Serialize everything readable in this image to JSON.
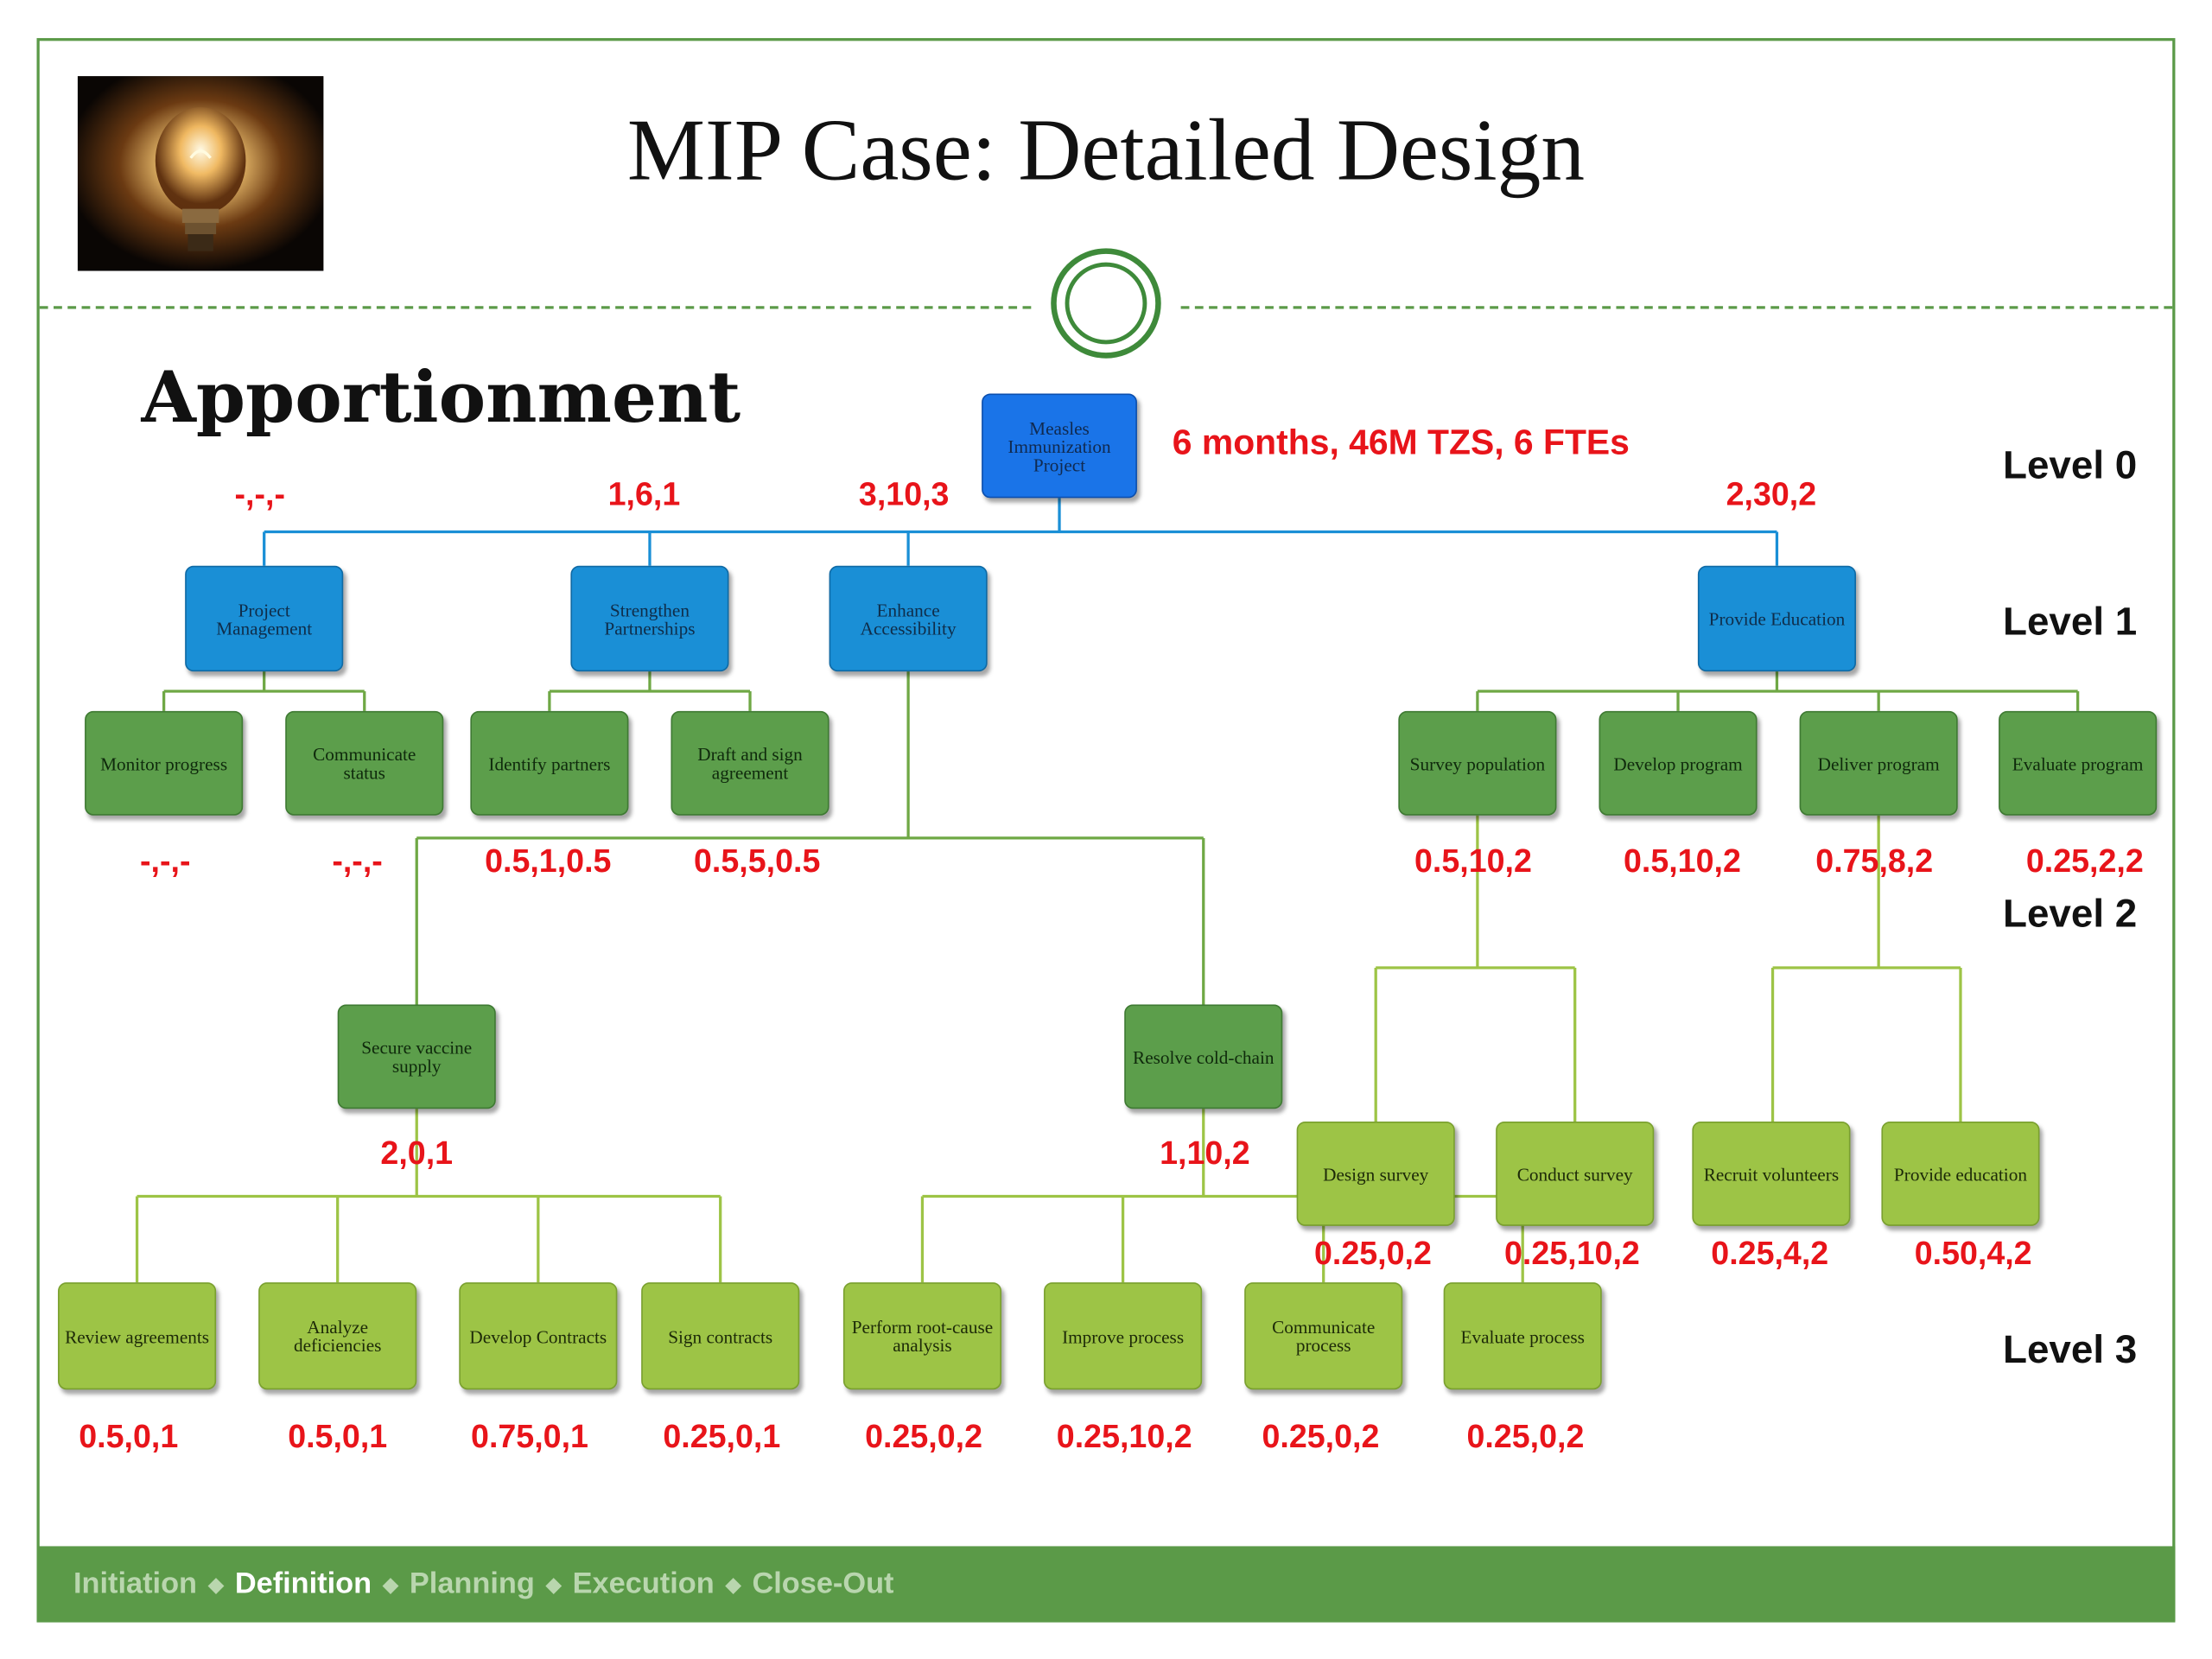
{
  "title": "MIP Case: Detailed Design",
  "subtitle": "Apportionment",
  "summary": "6 months, 46M TZS, 6 FTEs",
  "levels": [
    "Level 0",
    "Level 1",
    "Level 2",
    "Level 3"
  ],
  "colors": {
    "level0": "#1a74e8",
    "level1": "#1a8fd6",
    "level2": "#5c9e4b",
    "level3": "#9dc446",
    "values": "#e8141a",
    "connector_blue": "#1a8fd6",
    "connector_green": "#8fbb3c",
    "footer": "#5b9a48"
  },
  "nodes": {
    "root": {
      "label": "Measles Immunization Project"
    },
    "pm": {
      "label": "Project Management",
      "value": "-,-,-"
    },
    "sp": {
      "label": "Strengthen Partnerships",
      "value": "1,6,1"
    },
    "ea": {
      "label": "Enhance Accessibility",
      "value": "3,10,3"
    },
    "pe": {
      "label": "Provide Education",
      "value": "2,30,2"
    },
    "mp": {
      "label": "Monitor progress",
      "value": "-,-,-"
    },
    "cs": {
      "label": "Communicate status",
      "value": "-,-,-"
    },
    "ip": {
      "label": "Identify partners",
      "value": "0.5,1,0.5"
    },
    "dsa": {
      "label": "Draft and sign agreement",
      "value": "0.5,5,0.5"
    },
    "svp": {
      "label": "Survey population",
      "value": "0.5,10,2"
    },
    "dp": {
      "label": "Develop program",
      "value": "0.5,10,2"
    },
    "dlp": {
      "label": "Deliver program",
      "value": "0.75,8,2"
    },
    "ep": {
      "label": "Evaluate program",
      "value": "0.25,2,2"
    },
    "svs": {
      "label": "Secure vaccine supply",
      "value": "2,0,1"
    },
    "rcc": {
      "label": "Resolve cold-chain",
      "value": "1,10,2"
    },
    "ds": {
      "label": "Design survey",
      "value": "0.25,0,2"
    },
    "cds": {
      "label": "Conduct survey",
      "value": "0.25,10,2"
    },
    "rv": {
      "label": "Recruit volunteers",
      "value": "0.25,4,2"
    },
    "ped": {
      "label": "Provide education",
      "value": "0.50,4,2"
    },
    "ra": {
      "label": "Review agreements",
      "value": "0.5,0,1"
    },
    "ad": {
      "label": "Analyze deficiencies",
      "value": "0.5,0,1"
    },
    "dc": {
      "label": "Develop Contracts",
      "value": "0.75,0,1"
    },
    "sc": {
      "label": "Sign contracts",
      "value": "0.25,0,1"
    },
    "prca": {
      "label": "Perform root-cause analysis",
      "value": "0.25,0,2"
    },
    "imp": {
      "label": "Improve process",
      "value": "0.25,10,2"
    },
    "cp": {
      "label": "Communicate process",
      "value": "0.25,0,2"
    },
    "evp": {
      "label": "Evaluate process",
      "value": "0.25,0,2"
    }
  },
  "footer": {
    "phases": [
      "Initiation",
      "Definition",
      "Planning",
      "Execution",
      "Close-Out"
    ],
    "current": "Definition"
  }
}
